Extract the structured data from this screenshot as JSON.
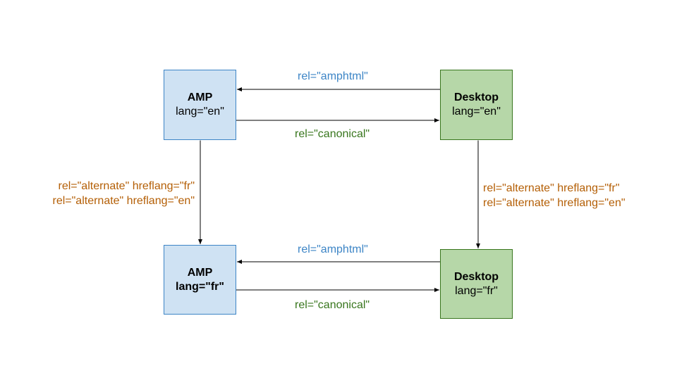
{
  "colors": {
    "amp_fill": "#cfe2f3",
    "amp_border": "#3d85c6",
    "desktop_fill": "#b6d7a8",
    "desktop_border": "#38761d",
    "amphtml_text": "#3d85c6",
    "canonical_text": "#38761d",
    "alternate_text": "#b45f06",
    "arrow": "#000000"
  },
  "nodes": {
    "amp_en": {
      "title": "AMP",
      "lang": "lang=\"en\""
    },
    "desktop_en": {
      "title": "Desktop",
      "lang": "lang=\"en\""
    },
    "amp_fr": {
      "title": "AMP",
      "lang": "lang=\"fr\""
    },
    "desktop_fr": {
      "title": "Desktop",
      "lang": "lang=\"fr\""
    }
  },
  "edges": {
    "en_amphtml": "rel=\"amphtml\"",
    "en_canonical": "rel=\"canonical\"",
    "fr_amphtml": "rel=\"amphtml\"",
    "fr_canonical": "rel=\"canonical\"",
    "amp_alternate": [
      "rel=\"alternate\" hreflang=\"fr\"",
      "rel=\"alternate\" hreflang=\"en\""
    ],
    "desktop_alternate": [
      "rel=\"alternate\" hreflang=\"fr\"",
      "rel=\"alternate\" hreflang=\"en\""
    ]
  }
}
